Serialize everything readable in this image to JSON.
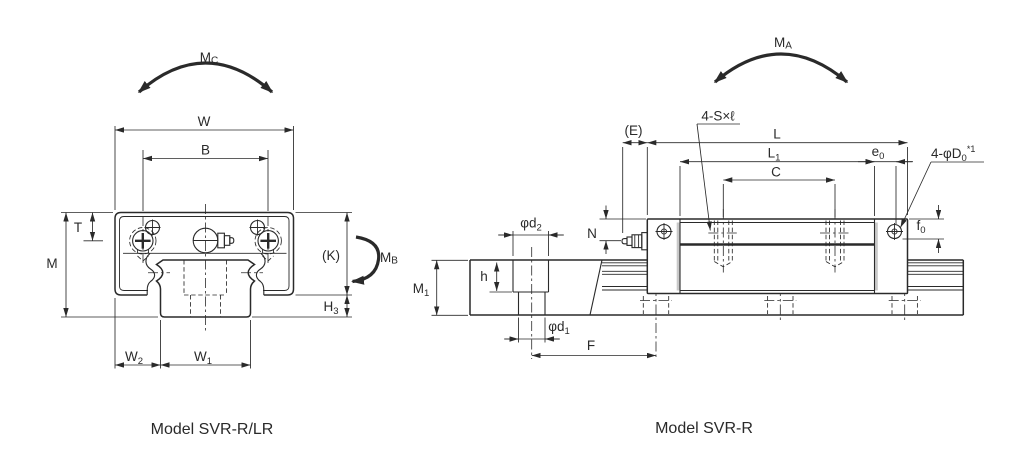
{
  "captions": {
    "left": "Model SVR-R/LR",
    "right": "Model SVR-R"
  },
  "colors": {
    "line": "#2a2a2a",
    "background": "#ffffff"
  },
  "left_view": {
    "moment_top": {
      "main": "M",
      "sub": "C"
    },
    "moment_side": {
      "main": "M",
      "sub": "B"
    },
    "dim_W": "W",
    "dim_B": "B",
    "dim_T": "T",
    "dim_M": "M",
    "dim_K": "(K)",
    "dim_H3": {
      "main": "H",
      "sub": "3"
    },
    "dim_W2": {
      "main": "W",
      "sub": "2"
    },
    "dim_W1": {
      "main": "W",
      "sub": "1"
    }
  },
  "right_view": {
    "moment_top": {
      "main": "M",
      "sub": "A"
    },
    "dim_E": "(E)",
    "dim_L": "L",
    "dim_L1": {
      "main": "L",
      "sub": "1"
    },
    "dim_e0": {
      "main": "e",
      "sub": "0"
    },
    "dim_C": "C",
    "note_screw": "4-S×ℓ",
    "note_hole": {
      "main": "4-φD",
      "sub": "0",
      "sup": "*1"
    },
    "dim_N": "N",
    "dim_f0": {
      "main": "f",
      "sub": "0"
    },
    "dim_d2": {
      "main": "φd",
      "sub": "2"
    },
    "dim_h": "h",
    "dim_M1": {
      "main": "M",
      "sub": "1"
    },
    "dim_d1": {
      "main": "φd",
      "sub": "1"
    },
    "dim_F": "F"
  }
}
